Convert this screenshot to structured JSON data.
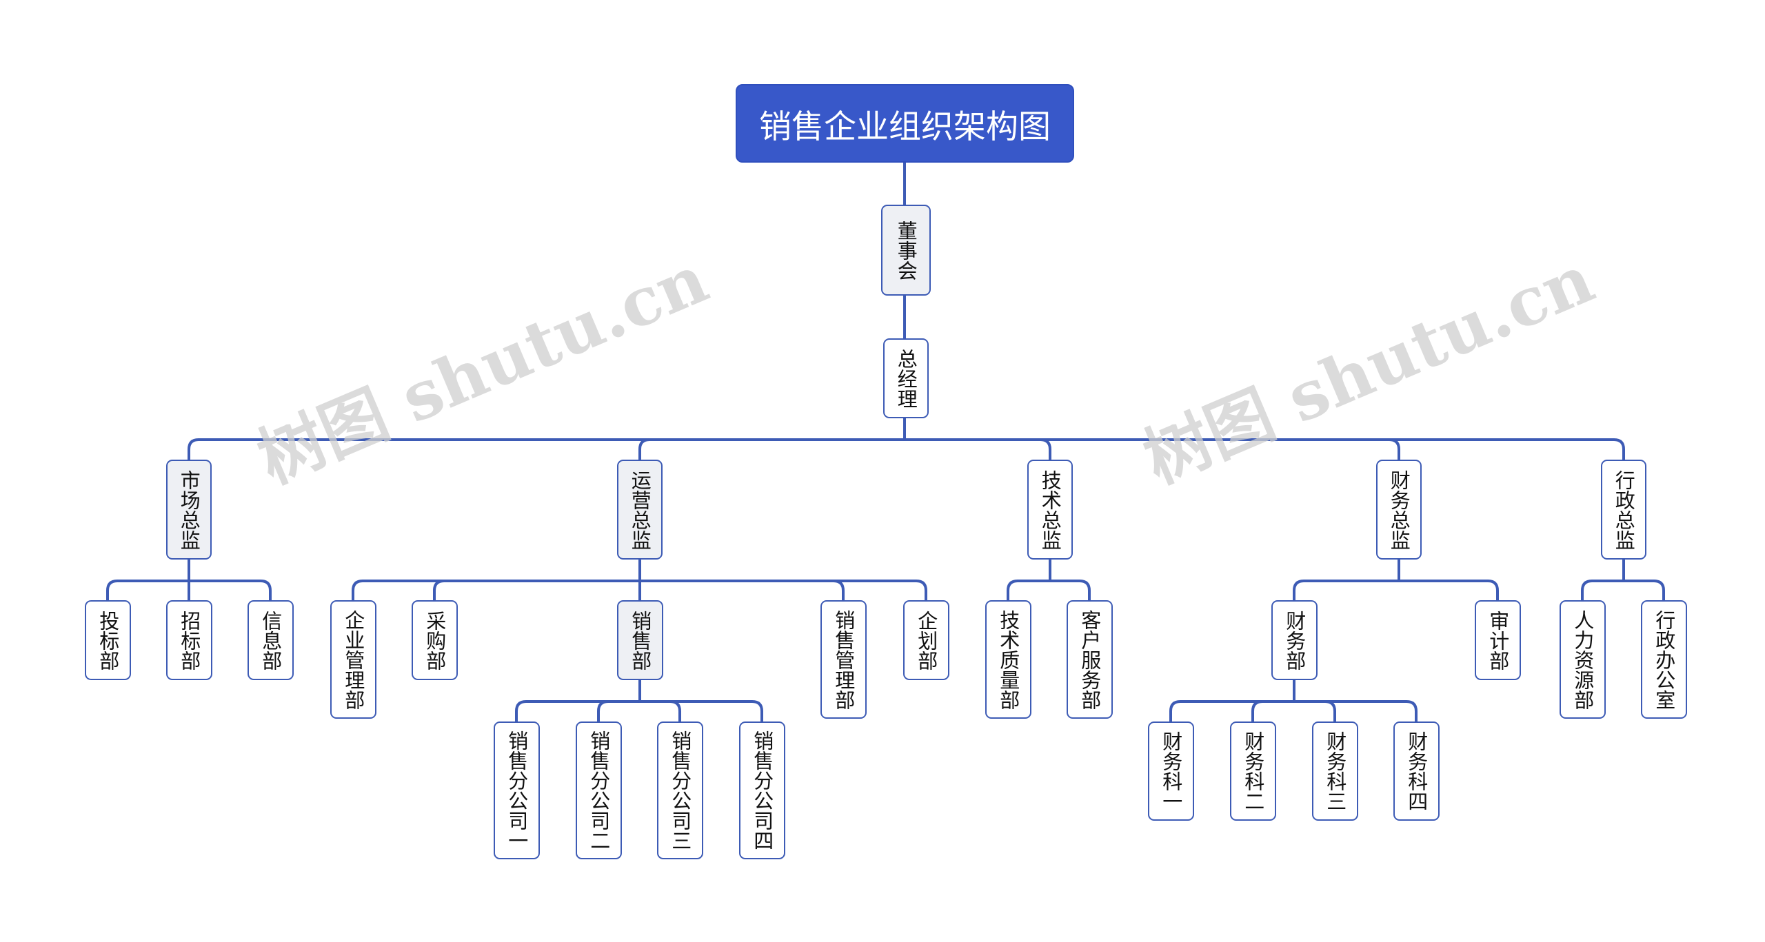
{
  "watermark": "树图 shutu.cn",
  "root": {
    "label": "销售企业组织架构图",
    "color": "#3858c9"
  },
  "line_color": "#3d5bb5",
  "level1": {
    "label": "董事会"
  },
  "level2": {
    "label": "总经理"
  },
  "directors": [
    {
      "label": "市场总监",
      "children": [
        {
          "label": "投标部"
        },
        {
          "label": "招标部"
        },
        {
          "label": "信息部"
        }
      ]
    },
    {
      "label": "运营总监",
      "children": [
        {
          "label": "企业管理部"
        },
        {
          "label": "采购部"
        },
        {
          "label": "销售部",
          "children": [
            {
              "label": "销售分公司一"
            },
            {
              "label": "销售分公司二"
            },
            {
              "label": "销售分公司三"
            },
            {
              "label": "销售分公司四"
            }
          ]
        },
        {
          "label": "销售管理部"
        },
        {
          "label": "企划部"
        }
      ]
    },
    {
      "label": "技术总监",
      "children": [
        {
          "label": "技术质量部"
        },
        {
          "label": "客户服务部"
        }
      ]
    },
    {
      "label": "财务总监",
      "children": [
        {
          "label": "财务部",
          "children": [
            {
              "label": "财务科一"
            },
            {
              "label": "财务科二"
            },
            {
              "label": "财务科三"
            },
            {
              "label": "财务科四"
            }
          ]
        },
        {
          "label": "审计部"
        }
      ]
    },
    {
      "label": "行政总监",
      "children": [
        {
          "label": "人力资源部"
        },
        {
          "label": "行政办公室"
        }
      ]
    }
  ]
}
